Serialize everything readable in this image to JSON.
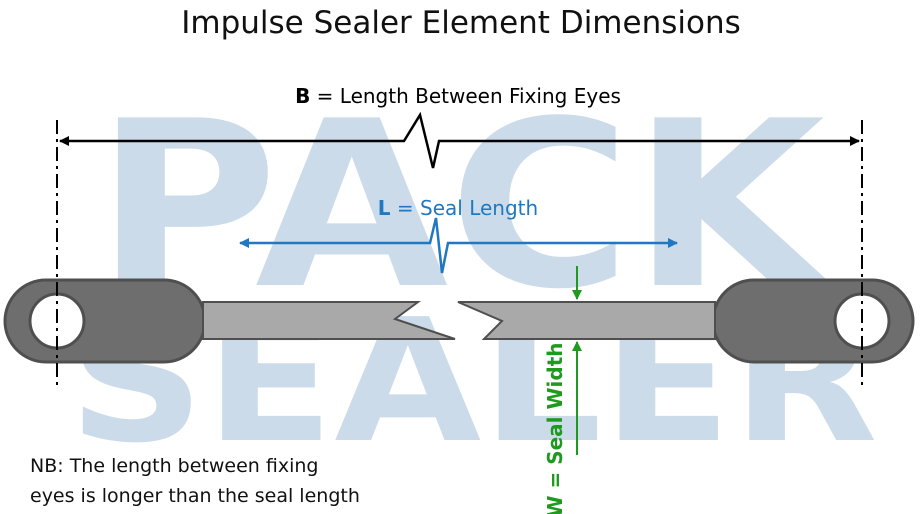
{
  "title": "Impulse Sealer Element Dimensions",
  "watermark": {
    "line1": "PACK",
    "line2": "SEALER",
    "color": "#ccdbe9"
  },
  "dimensions": {
    "b": {
      "symbol": "B",
      "text": " = Length Between Fixing Eyes",
      "color": "#000000"
    },
    "l": {
      "symbol": "L",
      "text": " = Seal Length",
      "color": "#1f78c1"
    },
    "w": {
      "label": "W = Seal Width",
      "color": "#1e9a1e"
    }
  },
  "note": {
    "line1": "NB: The length between fixing",
    "line2": "eyes is longer than the seal length"
  },
  "colors": {
    "eye_fill": "#6e6e6e",
    "element_fill": "#a9a9a9",
    "outline": "#4f4f4f"
  }
}
